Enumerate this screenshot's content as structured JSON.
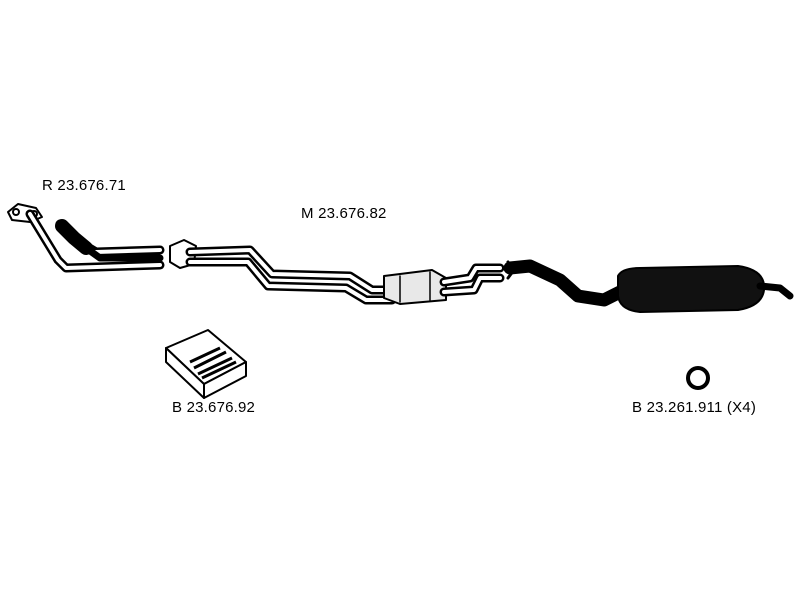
{
  "parts": {
    "front_pipe": {
      "code": "R 23.676.71"
    },
    "middle_section": {
      "code": "M 23.676.82"
    },
    "mounting_kit": {
      "code": "B 23.676.92"
    },
    "gasket_ring": {
      "code": "B 23.261.911 (X4)"
    }
  },
  "colors": {
    "ink": "#000000",
    "paper": "#ffffff",
    "muffler_fill": "#e8e8e8"
  }
}
